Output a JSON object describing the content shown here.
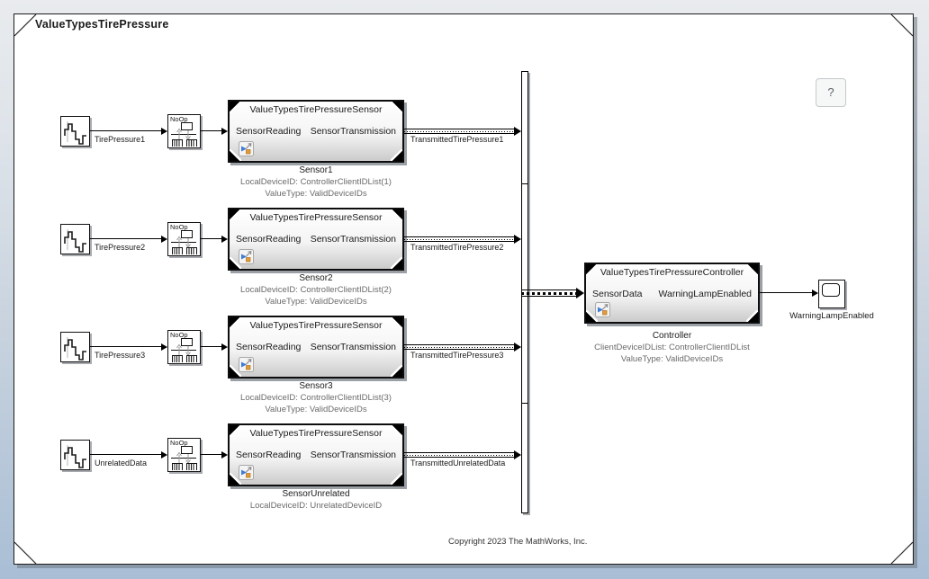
{
  "window": {
    "title": "ValueTypesTirePressure",
    "help_label": "?",
    "copyright": "Copyright 2023 The MathWorks, Inc."
  },
  "rows": [
    {
      "source_label": "TirePressure1",
      "noop_label": "NoOp",
      "block_title": "ValueTypesTirePressureSensor",
      "in_port": "SensorReading",
      "out_port": "SensorTransmission",
      "name": "Sensor1",
      "annotation1": "LocalDeviceID: ControllerClientIDList(1)",
      "annotation2": "ValueType: ValidDeviceIDs",
      "signal_label": "TransmittedTirePressure1"
    },
    {
      "source_label": "TirePressure2",
      "noop_label": "NoOp",
      "block_title": "ValueTypesTirePressureSensor",
      "in_port": "SensorReading",
      "out_port": "SensorTransmission",
      "name": "Sensor2",
      "annotation1": "LocalDeviceID: ControllerClientIDList(2)",
      "annotation2": "ValueType: ValidDeviceIDs",
      "signal_label": "TransmittedTirePressure2"
    },
    {
      "source_label": "TirePressure3",
      "noop_label": "NoOp",
      "block_title": "ValueTypesTirePressureSensor",
      "in_port": "SensorReading",
      "out_port": "SensorTransmission",
      "name": "Sensor3",
      "annotation1": "LocalDeviceID: ControllerClientIDList(3)",
      "annotation2": "ValueType: ValidDeviceIDs",
      "signal_label": "TransmittedTirePressure3"
    },
    {
      "source_label": "UnrelatedData",
      "noop_label": "NoOp",
      "block_title": "ValueTypesTirePressureSensor",
      "in_port": "SensorReading",
      "out_port": "SensorTransmission",
      "name": "SensorUnrelated",
      "annotation1": "LocalDeviceID: UnrelatedDeviceID",
      "signal_label": "TransmittedUnrelatedData"
    }
  ],
  "controller": {
    "block_title": "ValueTypesTirePressureController",
    "in_port": "SensorData",
    "out_port": "WarningLampEnabled",
    "name": "Controller",
    "annotation1": "ClientDeviceIDList: ControllerClientIDList",
    "annotation2": "ValueType: ValidDeviceIDs"
  },
  "sink": {
    "label": "WarningLampEnabled"
  },
  "colors": {
    "canvas_bg": "#ffffff",
    "desktop_top": "#e9ebee",
    "desktop_bottom": "#a9bed5",
    "annotation_text": "#6b6b6b",
    "block_border": "#000000",
    "badge_blue": "#3f7bd9",
    "badge_orange": "#e09a3e"
  }
}
